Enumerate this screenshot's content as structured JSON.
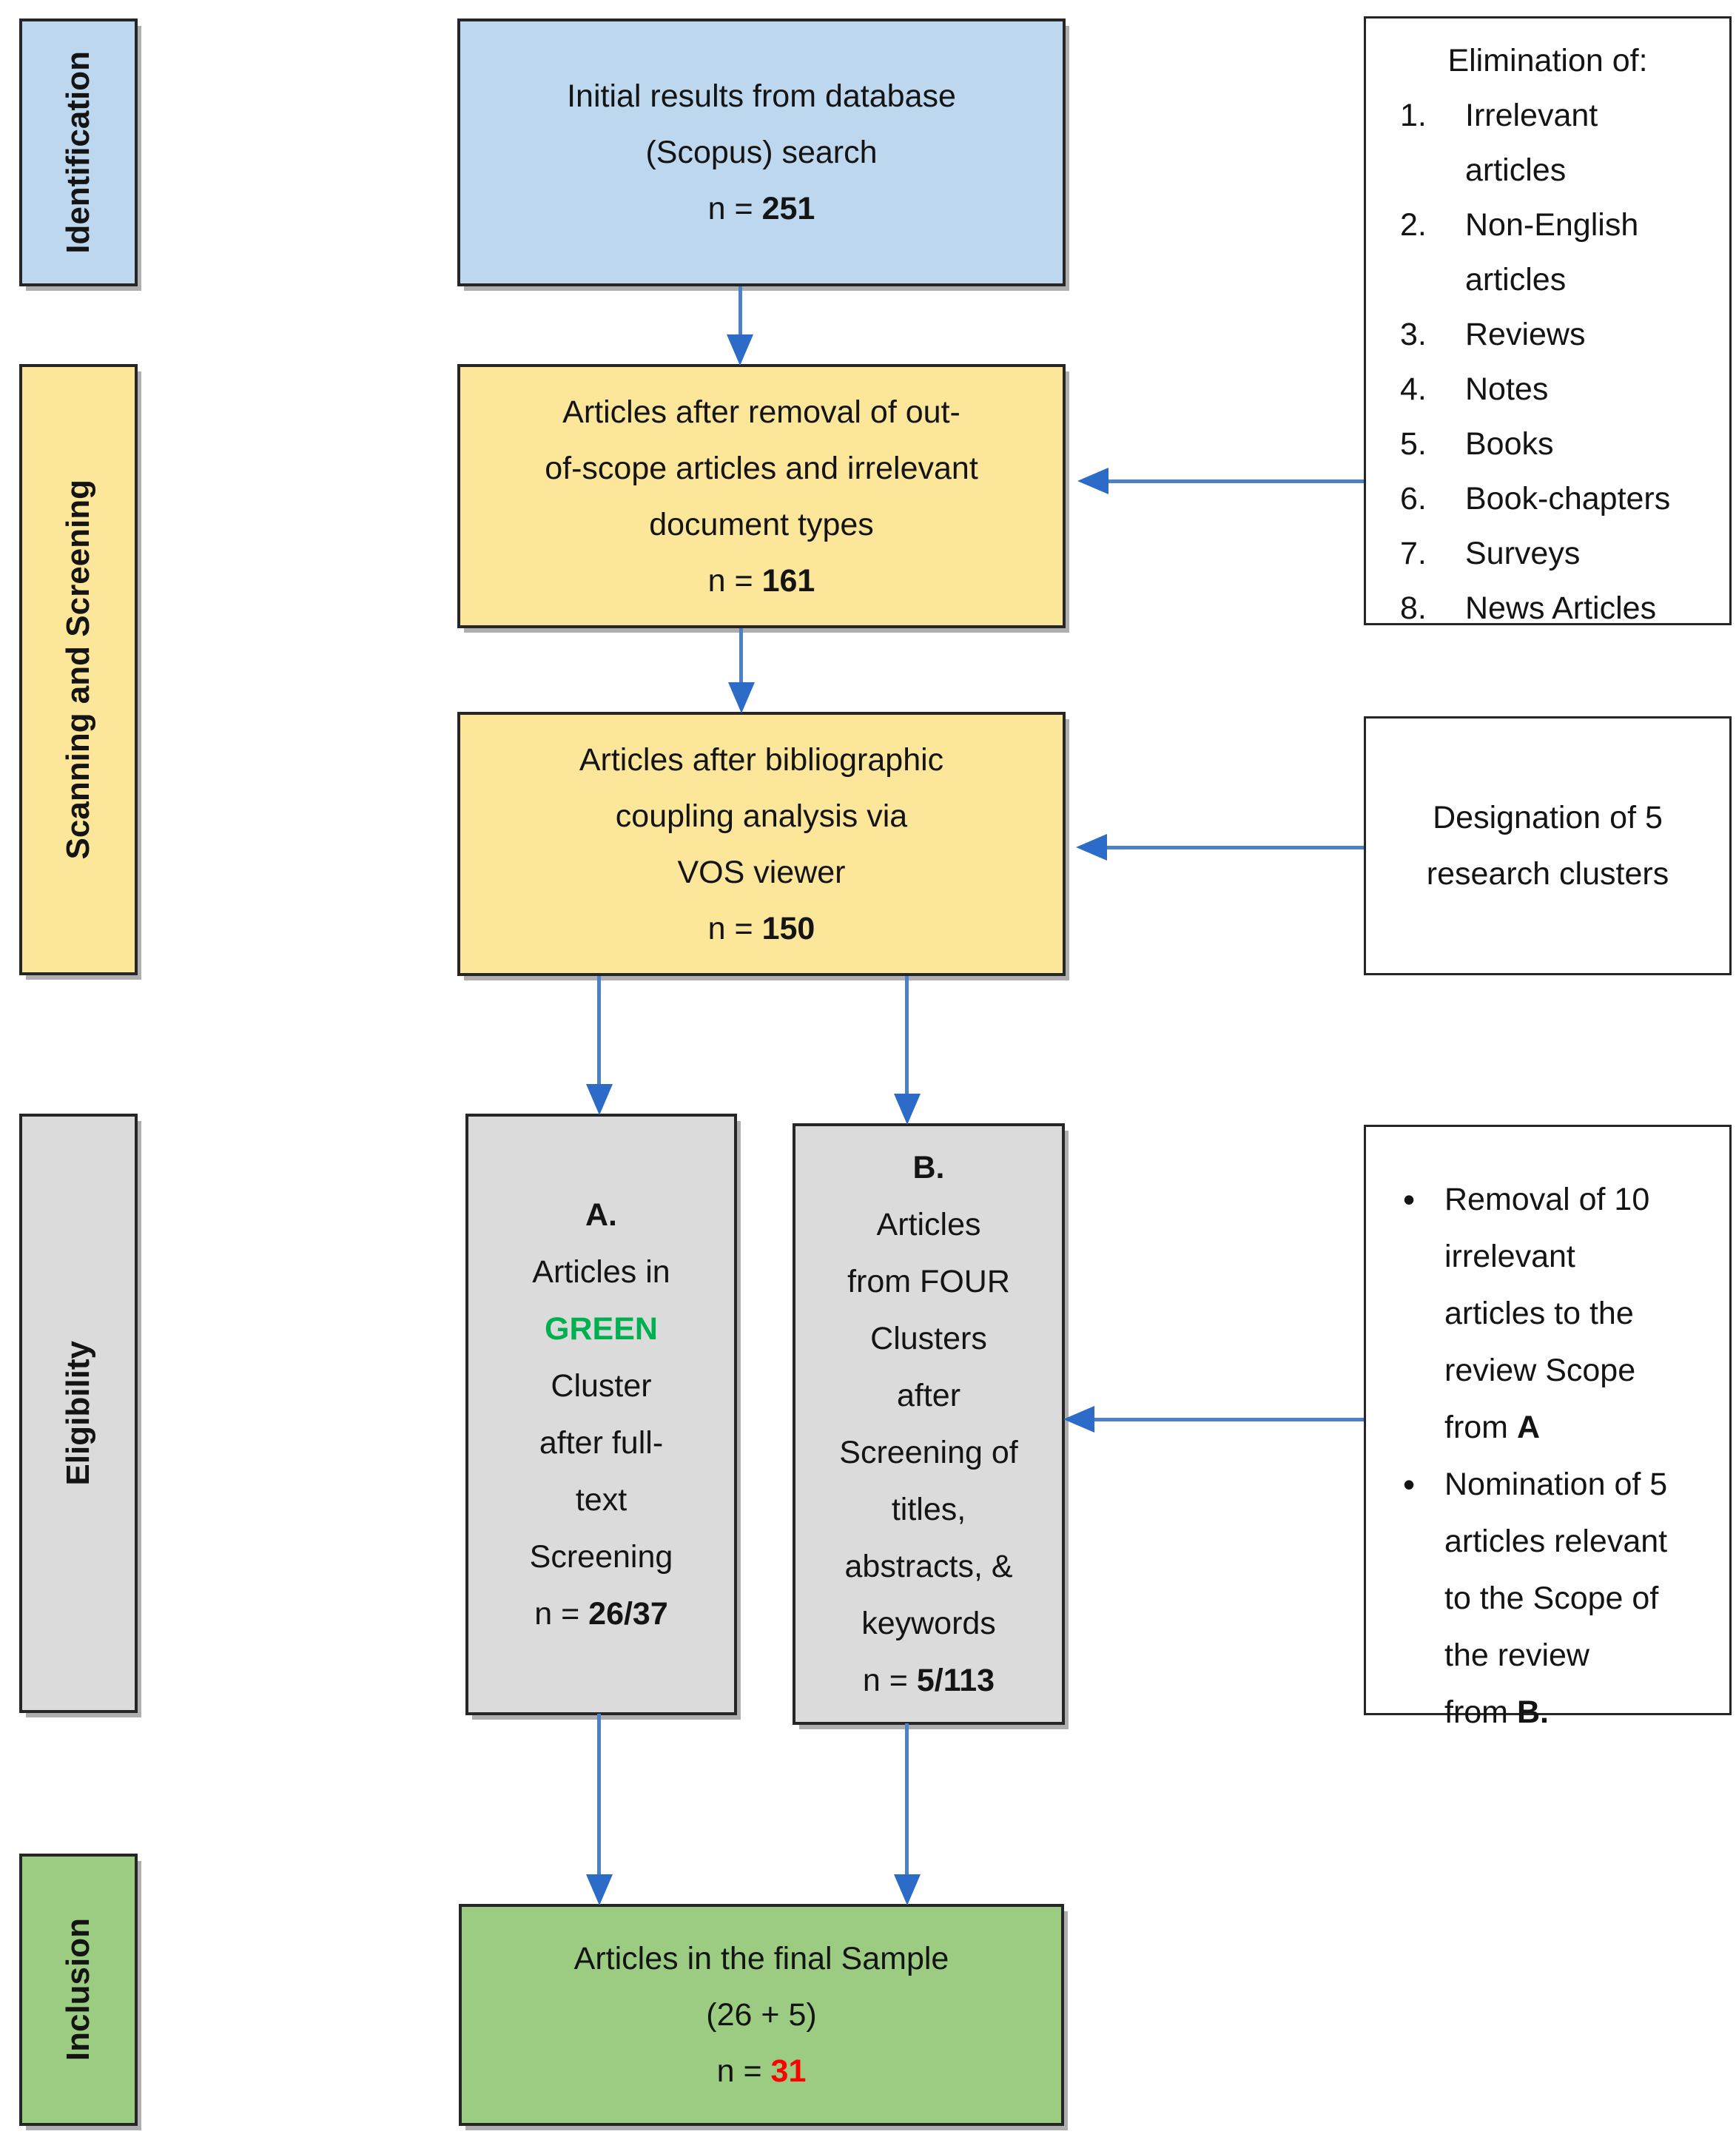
{
  "palette": {
    "blue": "#BDD7EE",
    "yellow": "#FBE699",
    "gray": "#DBDBDB",
    "green": "#9BCC81",
    "arrow_line": "#4D80C8",
    "arrow_head": "#2D6BC8",
    "border_dark": "#262626",
    "green_text": "#00B050",
    "red_text": "#FF0000",
    "text": "#141414"
  },
  "sidebar": {
    "identification": "Identification",
    "scanning": "Scanning and Screening",
    "eligibility": "Eligibility",
    "inclusion": "Inclusion"
  },
  "flow": {
    "initial": {
      "line1": "Initial results from database",
      "line2": "(Scopus) search",
      "n_label": "n = ",
      "n_value": "251"
    },
    "removal": {
      "line1": "Articles after removal of out-",
      "line2": "of-scope articles and irrelevant",
      "line3": "document types",
      "n_label": "n = ",
      "n_value": "161"
    },
    "coupling": {
      "line1": "Articles after bibliographic",
      "line2": "coupling analysis via",
      "line3": "VOS viewer",
      "n_label": "n = ",
      "n_value": "150"
    },
    "cluster_a": {
      "heading": "A.",
      "line1": "Articles in",
      "highlight": "GREEN",
      "line2": "Cluster",
      "line3": "after full-",
      "line4": "text",
      "line5": "Screening",
      "n_label": "n = ",
      "n_value": "26/37"
    },
    "cluster_b": {
      "heading": "B.",
      "line1": "Articles",
      "line2": "from FOUR",
      "line3": "Clusters",
      "line4": "after",
      "line5": "Screening of",
      "line6": "titles,",
      "line7": "abstracts, &",
      "line8": "keywords",
      "n_label": "n = ",
      "n_value": "5/113"
    },
    "final": {
      "line1": "Articles in the final Sample",
      "line2": "(26 + 5)",
      "n_label": "n = ",
      "n_value": "31"
    }
  },
  "notes": {
    "elimination": {
      "title": "Elimination of:",
      "items": [
        {
          "num": "1.",
          "lines": [
            "Irrelevant",
            "articles"
          ]
        },
        {
          "num": "2.",
          "lines": [
            "Non-English",
            "articles"
          ]
        },
        {
          "num": "3.",
          "lines": [
            "Reviews"
          ]
        },
        {
          "num": "4.",
          "lines": [
            "Notes"
          ]
        },
        {
          "num": "5.",
          "lines": [
            "Books"
          ]
        },
        {
          "num": "6.",
          "lines": [
            "Book-chapters"
          ]
        },
        {
          "num": "7.",
          "lines": [
            "Surveys"
          ]
        },
        {
          "num": "8.",
          "lines": [
            "News Articles"
          ]
        }
      ]
    },
    "designation": {
      "line1": "Designation of 5",
      "line2": "research clusters"
    },
    "eligibility": {
      "bullet_char": "•",
      "bullet1_lines": [
        "Removal of 10",
        "irrelevant",
        "articles to the",
        "review Scope"
      ],
      "bullet1_last_pre": "from ",
      "bullet1_bold": "A",
      "bullet2_lines": [
        "Nomination of 5",
        "articles relevant",
        "to the Scope of",
        "the review"
      ],
      "bullet2_last_pre": "from ",
      "bullet2_bold": "B."
    }
  }
}
